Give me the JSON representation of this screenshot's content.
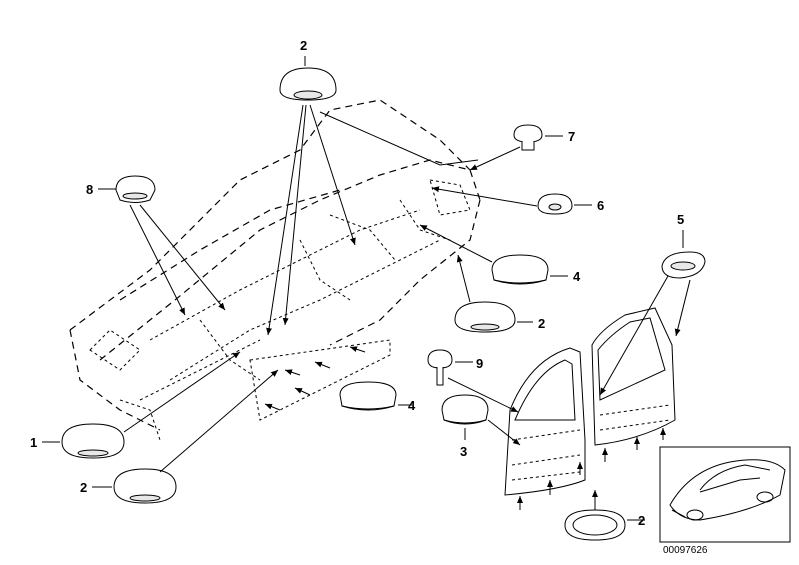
{
  "diagram": {
    "callouts": {
      "c1": "1",
      "c2_top": "2",
      "c2_mid": "2",
      "c2_left": "2",
      "c2_bottom": "2",
      "c3": "3",
      "c4_mid": "4",
      "c4_low": "4",
      "c5": "5",
      "c6": "6",
      "c7": "7",
      "c8": "8",
      "c9": "9"
    },
    "reference_code": "00097626"
  }
}
